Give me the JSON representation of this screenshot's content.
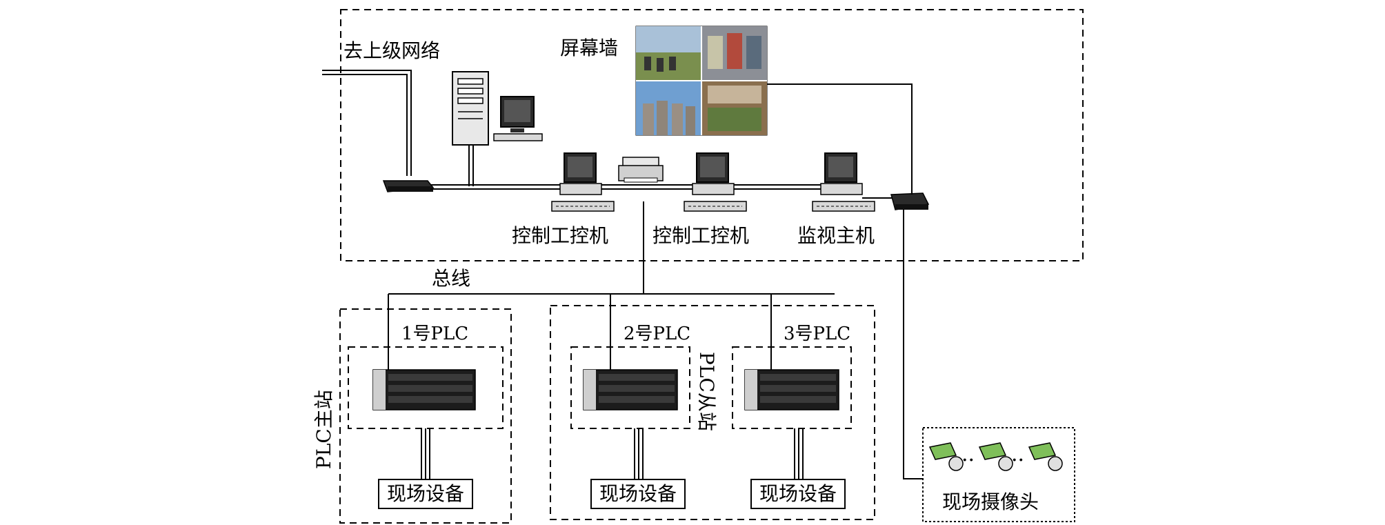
{
  "labels": {
    "upper_network": "去上级网络",
    "screen_wall": "屏幕墙",
    "control_pc_1": "控制工控机",
    "control_pc_2": "控制工控机",
    "monitor_host": "监视主机",
    "bus": "总线",
    "plc_1": "1号PLC",
    "plc_2": "2号PLC",
    "plc_3": "3号PLC",
    "plc_master": "PLC主站",
    "plc_slave": "PLC从站",
    "field_device_1": "现场设备",
    "field_device_2": "现场设备",
    "field_device_3": "现场设备",
    "field_camera": "现场摄像头",
    "camera_dots_1": "··",
    "camera_dots_2": "··"
  },
  "colors": {
    "line": "#000000",
    "device_dark": "#2a2a2a",
    "device_light": "#e8e8e8",
    "camera_green": "#7fbf5a",
    "wall_sky": "#6f9fd1",
    "wall_ground": "#7a8f4e"
  }
}
